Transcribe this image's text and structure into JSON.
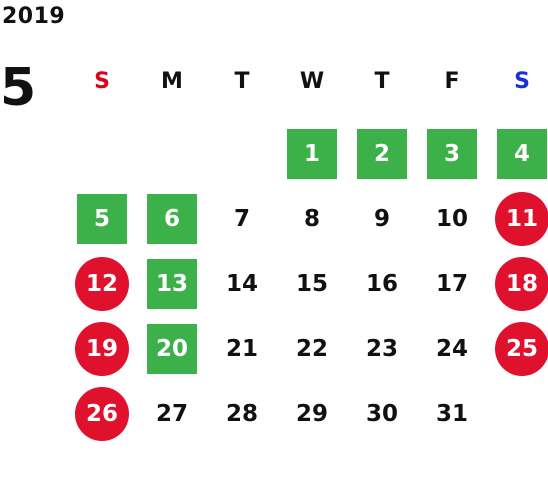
{
  "year": "2019",
  "month": "5",
  "weekdays": [
    "S",
    "M",
    "T",
    "W",
    "T",
    "F",
    "S"
  ],
  "colors": {
    "sunday_header": "#e00018",
    "saturday_header": "#1a2fd8",
    "holiday_green": "#3cb14a",
    "weekend_red": "#e0112d"
  },
  "first_weekday_index": 3,
  "days": [
    {
      "n": "1",
      "style": "green"
    },
    {
      "n": "2",
      "style": "green"
    },
    {
      "n": "3",
      "style": "green"
    },
    {
      "n": "4",
      "style": "green"
    },
    {
      "n": "5",
      "style": "green"
    },
    {
      "n": "6",
      "style": "green"
    },
    {
      "n": "7",
      "style": "plain"
    },
    {
      "n": "8",
      "style": "plain"
    },
    {
      "n": "9",
      "style": "plain"
    },
    {
      "n": "10",
      "style": "plain"
    },
    {
      "n": "11",
      "style": "red"
    },
    {
      "n": "12",
      "style": "red"
    },
    {
      "n": "13",
      "style": "green"
    },
    {
      "n": "14",
      "style": "plain"
    },
    {
      "n": "15",
      "style": "plain"
    },
    {
      "n": "16",
      "style": "plain"
    },
    {
      "n": "17",
      "style": "plain"
    },
    {
      "n": "18",
      "style": "red"
    },
    {
      "n": "19",
      "style": "red"
    },
    {
      "n": "20",
      "style": "green"
    },
    {
      "n": "21",
      "style": "plain"
    },
    {
      "n": "22",
      "style": "plain"
    },
    {
      "n": "23",
      "style": "plain"
    },
    {
      "n": "24",
      "style": "plain"
    },
    {
      "n": "25",
      "style": "red"
    },
    {
      "n": "26",
      "style": "red"
    },
    {
      "n": "27",
      "style": "plain"
    },
    {
      "n": "28",
      "style": "plain"
    },
    {
      "n": "29",
      "style": "plain"
    },
    {
      "n": "30",
      "style": "plain"
    },
    {
      "n": "31",
      "style": "plain"
    }
  ]
}
